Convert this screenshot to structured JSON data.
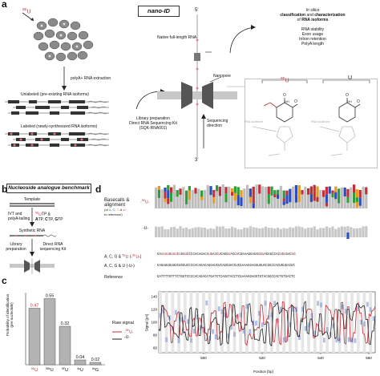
{
  "panel_a": {
    "letter": "a",
    "label_5eu": "5EU",
    "label_5eu_sup": "5E",
    "label_5eu_base": "U",
    "title_box": "nano-ID",
    "step1": "polyA+ RNA extraction",
    "unlabeled": "Unlabeled (pre-existing RNA isoforms)",
    "labeled": "Labeled (newly-synthesized RNA isoforms)",
    "native_rna": "Native full-length RNA",
    "nanopore": "Nanopore",
    "seq_dir": "Sequencing direction",
    "five_prime": "5'",
    "three_prime": "3'",
    "library_prep_lines": [
      "Library preparation",
      "Direct RNA Sequencing Kit",
      "(SQK-RNA001)"
    ],
    "insilico_lines": [
      "In silico"
    ],
    "classification_line": "classification and characterization",
    "classification_parts": [
      "classification",
      " and ",
      "characterization"
    ],
    "of_rna_isoforms": "of RNA isoforms",
    "of_prefix": "of ",
    "rna_isoforms_bold": "RNA isoforms",
    "features": [
      "RNA stability",
      "Exon usage",
      "Intron retention",
      "PolyA length"
    ],
    "struct_5eu_label": "5EU",
    "struct_u_label": "U",
    "rna_backbone_labels": [
      "RNA backbone",
      "RNA backbone"
    ]
  },
  "panel_b": {
    "letter": "b",
    "title_box": "Nucleoside analogue benchmark",
    "template": "Template",
    "ivt_lines": [
      "IVT and",
      "polyA-tailing"
    ],
    "ntp_line1_pre": "",
    "ntp_line1": "5EUTP &",
    "ntp_line2": "ATP, CTP, GTP",
    "synthetic": "Synthetic RNA",
    "libprep_lines": [
      "Library",
      "preparation"
    ],
    "direct_lines": [
      "Direct RNA",
      "sequencing Kit"
    ]
  },
  "panel_c": {
    "letter": "c",
    "ylabel_lines": [
      "Probability of identification",
      "(per nucleotide)"
    ],
    "chart_data": {
      "type": "bar",
      "categories": [
        "5EU",
        "5BrU",
        "5FU",
        "4sU",
        "6sG"
      ],
      "values": [
        0.47,
        0.55,
        0.32,
        0.04,
        0.02
      ],
      "value_labels": [
        "0.47",
        "0.55",
        "0.32",
        "0.04",
        "0.02"
      ],
      "ylim": [
        0,
        0.6
      ],
      "highlight_color": "#c0303a"
    }
  },
  "panel_d": {
    "letter": "d",
    "basecalls_lines": [
      "Basecalls &",
      "alignment"
    ],
    "basecalls_sub_lines": [
      "(of A, C, G & U",
      "to reference)"
    ],
    "track1_label": "-5EU-",
    "track2_label": "-U-",
    "seq_label1": "A, C, G & 5EU",
    "seq_label2": "A, C, G & U",
    "seq_label2_suffix": "(-U-)",
    "seq_label1_suffix": "(-5EU-)",
    "ref_label": "Reference",
    "seq_ref": "GATTTTGTTTCTGGTCCCCACAGACATGATCTCAGGTACCTCGAAAGGAGGTGTACGGCCACTGTGACTC",
    "seq_u": "GAUUUUGUUUCUGGUCCCCACAGACAUGAUCUCAGGUACCUCGAAAGGAGGUGUACGGCCACUGUGACUC",
    "seq_eu": "GAUUUUGUUUCUGGUCCCCACAGACAUGAUCUCAGGUACCUCGAAAGGAGGUGUACGGCCACUGUGACUC",
    "raw_signal": "Raw signal",
    "legend_eu": "-5EU-",
    "legend_u": "-U-",
    "ylabel": "Signal [pA]",
    "xlabel": "Position [bp]",
    "xticks": [
      "500",
      "520",
      "540",
      "560"
    ],
    "yticks": [
      "140",
      "120",
      "100",
      "80",
      "60"
    ]
  },
  "colors": {
    "red": "#c0303a",
    "gray": "#b8b8b8",
    "dark": "#333333",
    "pink": "#e9a3a6",
    "blue": "#2a4dbf",
    "green": "#2e9e3a",
    "orange": "#e89c1e"
  }
}
